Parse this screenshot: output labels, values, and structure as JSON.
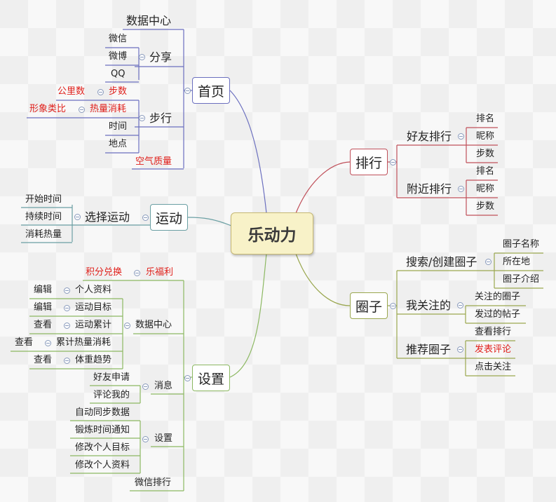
{
  "center": "乐动力",
  "colors": {
    "home": "#6b6fbf",
    "sport": "#6a9fa3",
    "settings": "#8cb862",
    "rank": "#c0505a",
    "circle": "#9aa74f",
    "highlight": "#e0201b"
  },
  "home": {
    "title": "首页",
    "data_center": "数据中心",
    "share": {
      "label": "分享",
      "items": [
        "微信",
        "微博",
        "QQ"
      ]
    },
    "steps": {
      "label": "步行",
      "step_count": "步数",
      "step_count_child": "公里数",
      "calories": "热量消耗",
      "calories_child": "形象类比",
      "time": "时间",
      "place": "地点"
    },
    "air": "空气质量"
  },
  "sport": {
    "title": "运动",
    "select": "选择运动",
    "items": [
      "开始时间",
      "持续时间",
      "消耗热量"
    ]
  },
  "settings": {
    "title": "设置",
    "welfare": "乐福利",
    "points": "积分兑换",
    "data_center": "数据中心",
    "dc_items": [
      {
        "label": "个人资料",
        "action": "编辑"
      },
      {
        "label": "运动目标",
        "action": "编辑"
      },
      {
        "label": "运动累计",
        "action": "查看"
      },
      {
        "label": "累计热量消耗",
        "action": "查看"
      },
      {
        "label": "体重趋势",
        "action": "查看"
      }
    ],
    "message": {
      "label": "消息",
      "items": [
        "好友申请",
        "评论我的"
      ]
    },
    "setting": {
      "label": "设置",
      "items": [
        "自动同步数据",
        "锻炼时间通知",
        "修改个人目标",
        "修改个人资料"
      ]
    },
    "wechat_rank": "微信排行"
  },
  "rank": {
    "title": "排行",
    "friends": {
      "label": "好友排行",
      "items": [
        "排名",
        "昵称",
        "步数"
      ]
    },
    "nearby": {
      "label": "附近排行",
      "items": [
        "排名",
        "昵称",
        "步数"
      ]
    }
  },
  "circle": {
    "title": "圈子",
    "search": {
      "label": "搜索/创建圈子",
      "items": [
        "圈子名称",
        "所在地",
        "圈子介绍"
      ]
    },
    "follow": {
      "label": "我关注的",
      "items": [
        "关注的圈子",
        "发过的帖子"
      ]
    },
    "recommend": {
      "label": "推荐圈子",
      "items": [
        "查看排行",
        "发表评论",
        "点击关注"
      ]
    }
  }
}
